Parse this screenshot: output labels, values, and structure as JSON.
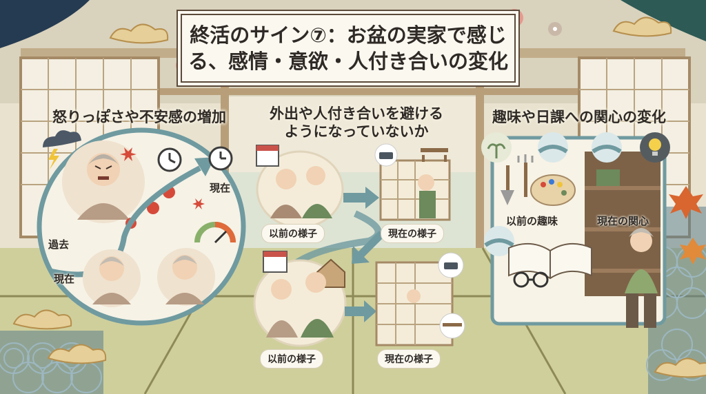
{
  "title": {
    "line1": "終活のサイン⑦：お盆の実家で感じ",
    "line2": "る、感情・意欲・人付き合いの変化"
  },
  "panels": {
    "left": {
      "heading": "怒りっぽさや不安感の増加",
      "label_now_top": "現在",
      "label_past": "過去",
      "label_now_bottom": "現在"
    },
    "middle": {
      "heading_line1": "外出や人付き合いを避ける",
      "heading_line2": "ようになっていないか",
      "label_before_top": "以前の様子",
      "label_now_top": "現在の様子",
      "label_before_bottom": "以前の様子",
      "label_now_bottom": "現在の様子"
    },
    "right": {
      "heading": "趣味や日課への関心の変化",
      "label_past_hobby": "以前の趣味",
      "label_current_interest": "現在の関心"
    }
  },
  "colors": {
    "title_border": "#5b4a3a",
    "accent_green": "#6c8a5c",
    "arrow_teal": "#6f9aa0",
    "panel_bg": "#f7f3e6"
  }
}
